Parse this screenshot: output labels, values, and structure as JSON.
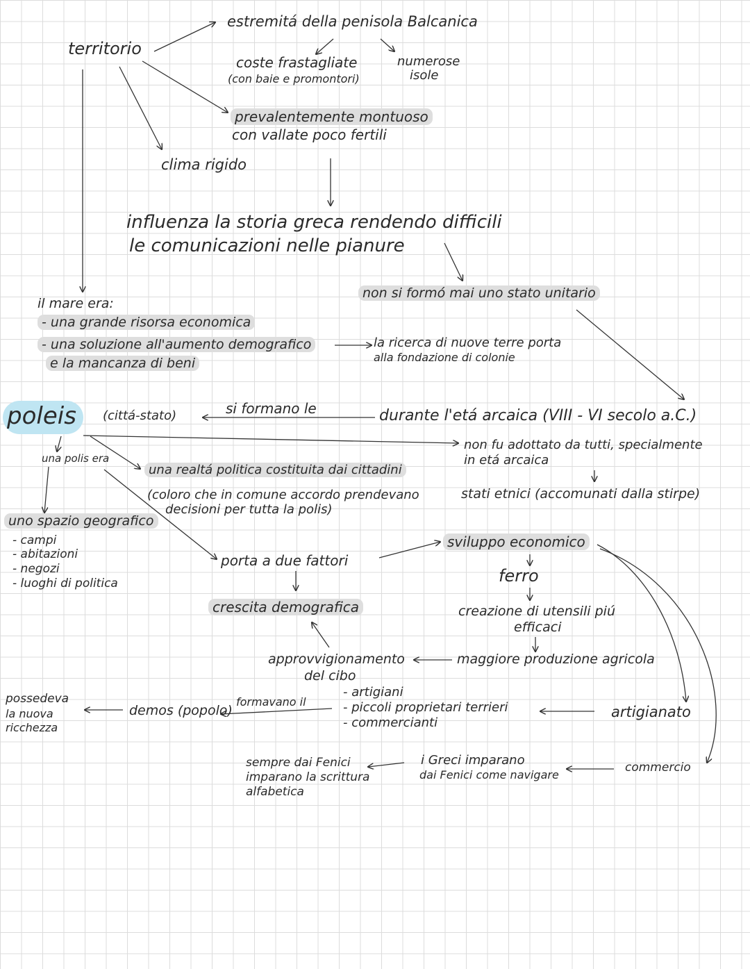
{
  "territorio": {
    "label": "territorio",
    "estremita": "estremitá della penisola Balcanica",
    "coste": "coste frastagliate",
    "coste_note": "(con baie e promontori)",
    "isole_1": "numerose",
    "isole_2": "isole",
    "montuoso_1": "prevalentemente montuoso",
    "montuoso_2": "con vallate poco fertili",
    "clima": "clima rigido"
  },
  "influenza": {
    "line1": "influenza la storia greca rendendo difficili",
    "line2": "le comunicazioni nelle pianure",
    "stato": "non si formó mai uno stato unitario"
  },
  "mare": {
    "title": "il mare era:",
    "item1": "- una grande risorsa economica",
    "item2": "- una soluzione all'aumento demografico",
    "item3": "e la mancanza di beni",
    "colonie_1": "la ricerca di nuove terre porta",
    "colonie_2": "alla fondazione di colonie"
  },
  "poleis": {
    "title": "poleis",
    "subtitle": "(cittá-stato)",
    "si_formano": "si formano le",
    "eta": "durante l'etá arcaica (VIII - VI secolo a.C.)",
    "non_adottato_1": "non fu adottato da tutti, specialmente",
    "non_adottato_2": "in etá arcaica",
    "stati_etnici": "stati etnici (accomunati dalla stirpe)",
    "una_polis": "una polis era",
    "realta_1": "una realtá politica costituita dai cittadini",
    "realta_2": "(coloro che in comune accordo prendevano",
    "realta_3": "decisioni per tutta la polis)",
    "spazio": "uno spazio geografico",
    "spazio_items": [
      "- campi",
      "- abitazioni",
      "- negozi",
      "- luoghi di politica"
    ]
  },
  "fattori": {
    "porta": "porta a due fattori",
    "crescita": "crescita demografica",
    "sviluppo": "sviluppo economico",
    "ferro": "ferro",
    "utensili_1": "creazione di utensili piú",
    "utensili_2": "efficaci",
    "produzione": "maggiore produzione agricola",
    "approvv_1": "approvvigionamento",
    "approvv_2": "del cibo"
  },
  "demos": {
    "label": "demos (popolo)",
    "formavano": "formavano il",
    "possedeva_1": "possedeva",
    "possedeva_2": "la nuova",
    "possedeva_3": "ricchezza",
    "members": [
      "- artigiani",
      "- piccoli proprietari terrieri",
      "- commercianti"
    ],
    "artigianato": "artigianato",
    "commercio": "commercio"
  },
  "fenici": {
    "imparano_1": "i Greci imparano",
    "imparano_2": "dai Fenici come navigare",
    "scrittura_1": "sempre dai Fenici",
    "scrittura_2": "imparano la scrittura",
    "scrittura_3": "alfabetica"
  }
}
